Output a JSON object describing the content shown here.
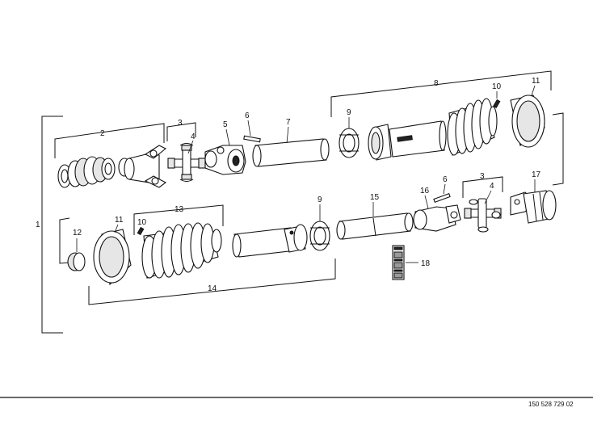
{
  "labels": {
    "l1": "1",
    "l2": "2",
    "l3a": "3",
    "l4a": "4",
    "l5": "5",
    "l6a": "6",
    "l7": "7",
    "l8": "8",
    "l9a": "9",
    "l10a": "10",
    "l11a": "11",
    "l3b": "3",
    "l4b": "4",
    "l6b": "6",
    "l16": "16",
    "l17": "17",
    "l15": "15",
    "l9b": "9",
    "l18": "18",
    "l12": "12",
    "l11b": "11",
    "l10b": "10",
    "l13": "13",
    "l14": "14"
  },
  "doc_number": "150 528 729 02"
}
